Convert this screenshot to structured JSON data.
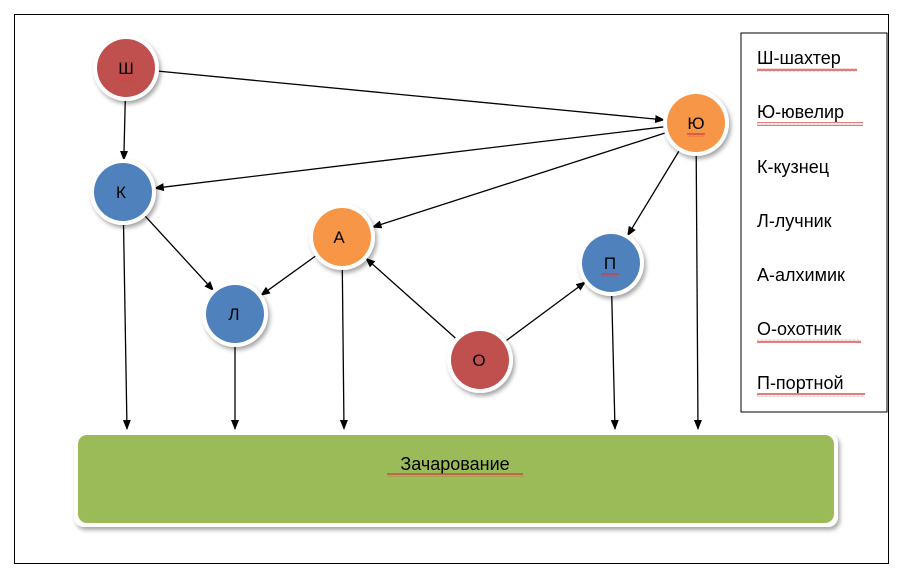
{
  "colors": {
    "red": "#C0504D",
    "orange": "#F79646",
    "blue": "#4F81BD",
    "green": "#9BBB59",
    "spellcheck": "#D04040"
  },
  "nodes": {
    "sh": {
      "label": "Ш",
      "color": "red"
    },
    "yu": {
      "label": "Ю",
      "color": "orange"
    },
    "k": {
      "label": "К",
      "color": "blue"
    },
    "a": {
      "label": "А",
      "color": "orange"
    },
    "p": {
      "label": "П",
      "color": "blue"
    },
    "l": {
      "label": "Л",
      "color": "blue"
    },
    "o": {
      "label": "О",
      "color": "red"
    }
  },
  "edges": [
    {
      "from": "sh",
      "to": "yu"
    },
    {
      "from": "sh",
      "to": "k"
    },
    {
      "from": "yu",
      "to": "k"
    },
    {
      "from": "yu",
      "to": "a"
    },
    {
      "from": "yu",
      "to": "p"
    },
    {
      "from": "yu",
      "to": "bar"
    },
    {
      "from": "k",
      "to": "l"
    },
    {
      "from": "k",
      "to": "bar"
    },
    {
      "from": "a",
      "to": "l"
    },
    {
      "from": "a",
      "to": "bar"
    },
    {
      "from": "o",
      "to": "a"
    },
    {
      "from": "o",
      "to": "p"
    },
    {
      "from": "l",
      "to": "bar"
    },
    {
      "from": "p",
      "to": "bar"
    }
  ],
  "target": {
    "label": "Зачарование"
  },
  "legend": {
    "items": [
      "Ш-шахтер",
      "Ю-ювелир",
      "К-кузнец",
      "Л-лучник",
      "А-алхимик",
      "О-охотник",
      "П-портной"
    ]
  }
}
